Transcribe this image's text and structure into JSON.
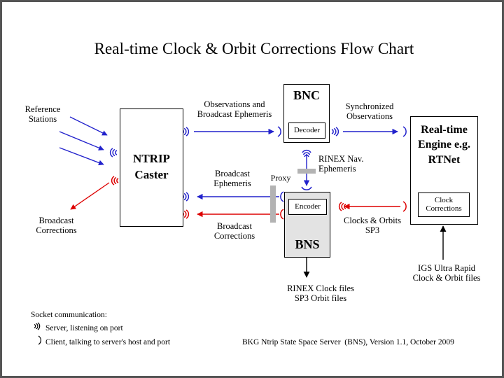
{
  "title": "Real-time Clock & Orbit Corrections Flow Chart",
  "colors": {
    "blue": "#2222cc",
    "red": "#dd0000",
    "black": "#000000",
    "gray_box": "#e3e3e3",
    "gray_bar": "#b3b3b3",
    "frame": "#555555",
    "background": "#ffffff"
  },
  "boxes": {
    "ntrip_caster": {
      "label": "NTRIP\nCaster"
    },
    "bnc": {
      "label": "BNC",
      "sub": "Decoder"
    },
    "bns": {
      "label": "BNS",
      "sub": "Encoder"
    },
    "realtime_engine": {
      "label": "Real-time\nEngine\ne.g. RTNet",
      "sub": "Clock\nCorrections"
    }
  },
  "labels": {
    "reference_stations": "Reference\nStations",
    "broadcast_corrections_left": "Broadcast\nCorrections",
    "observations_and_broadcast_ephemeris": "Observations and\nBroadcast Ephemeris",
    "broadcast_ephemeris": "Broadcast\nEphemeris",
    "broadcast_corrections_mid": "Broadcast\nCorrections",
    "proxy": "Proxy",
    "synchronized_observations": "Synchronized\nObservations",
    "rinex_nav_ephemeris": "RINEX Nav.\nEphemeris",
    "clocks_orbits_sp3": "Clocks & Orbits\nSP3",
    "rinex_clock_sp3_files": "RINEX Clock files\nSP3 Orbit files",
    "igs_ultra_rapid": "IGS Ultra Rapid\nClock & Orbit files"
  },
  "legend": {
    "heading": "Socket communication:",
    "server": "Server, listening on port",
    "client": "Client, talking to server's host and port"
  },
  "footer": "BKG Ntrip State Space Server  (BNS), Version 1.1, October 2009"
}
